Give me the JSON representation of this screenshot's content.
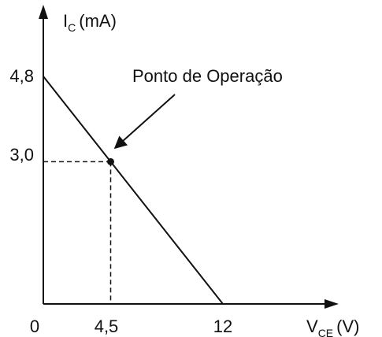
{
  "chart_data": {
    "type": "line",
    "series": [
      {
        "x": [
          0,
          12
        ],
        "y": [
          4.8,
          0
        ]
      }
    ],
    "point": {
      "x": 4.5,
      "y": 3.0,
      "label": "Ponto de Operação"
    },
    "y_axis": {
      "symbol": "I",
      "subscript": "C",
      "unit": "(mA)"
    },
    "x_axis": {
      "symbol": "V",
      "subscript": "CE",
      "unit": "(V)"
    },
    "x_ticks": [
      "0",
      "4,5",
      "12"
    ],
    "y_ticks": [
      "4,8",
      "3,0"
    ],
    "colors": {
      "ink": "#111111"
    }
  }
}
